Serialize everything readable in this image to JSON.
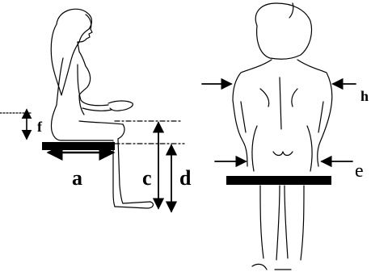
{
  "labels": {
    "a": "a",
    "c": "c",
    "d": "d",
    "f": "f",
    "e": "e",
    "h": "h"
  },
  "colors": {
    "ink": "#000000",
    "background": "#ffffff"
  }
}
